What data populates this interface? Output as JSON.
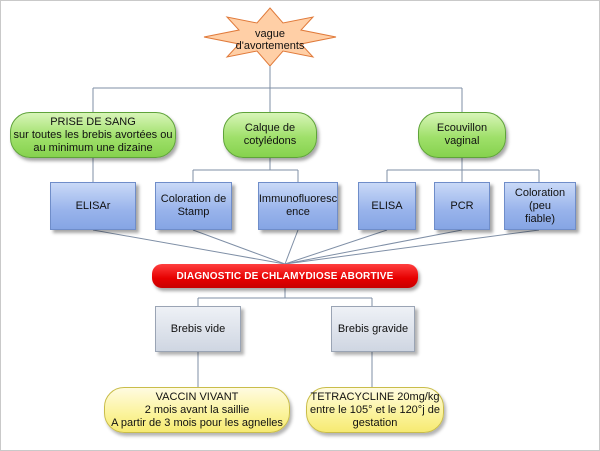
{
  "diagram": {
    "root": "vague d'avortements",
    "branches": [
      {
        "lines": [
          "PRISE DE SANG",
          "sur toutes les brebis avortées ou",
          "au minimum une dizaine"
        ]
      },
      {
        "lines": [
          "Calque de",
          "cotylédons"
        ]
      },
      {
        "lines": [
          "Ecouvillon",
          "vaginal"
        ]
      }
    ],
    "tests": [
      {
        "lines": [
          "ELISAr"
        ]
      },
      {
        "lines": [
          "Coloration de",
          "Stamp"
        ]
      },
      {
        "lines": [
          "Immunofluoresc",
          "ence"
        ]
      },
      {
        "lines": [
          "ELISA"
        ]
      },
      {
        "lines": [
          "PCR"
        ]
      },
      {
        "lines": [
          "Coloration (peu",
          "fiable)"
        ]
      }
    ],
    "diagnosis": "DIAGNOSTIC DE CHLAMYDIOSE ABORTIVE",
    "cases": [
      {
        "label": "Brebis vide"
      },
      {
        "label": "Brebis gravide"
      }
    ],
    "treatments": [
      {
        "lines": [
          "VACCIN VIVANT",
          "2 mois avant la saillie",
          "A partir de 3 mois pour les agnelles"
        ]
      },
      {
        "lines": [
          "TETRACYCLINE 20mg/kg",
          "entre le 105° et le 120°j de",
          "gestation"
        ]
      }
    ]
  },
  "colors": {
    "star": "#ffcfa6",
    "branch_green": "#9fe06a",
    "test_blue": "#98b3eb",
    "diagnosis_red": "#e60000",
    "case_grey": "#cfd6e2",
    "treatment_yellow": "#fbf39a"
  }
}
